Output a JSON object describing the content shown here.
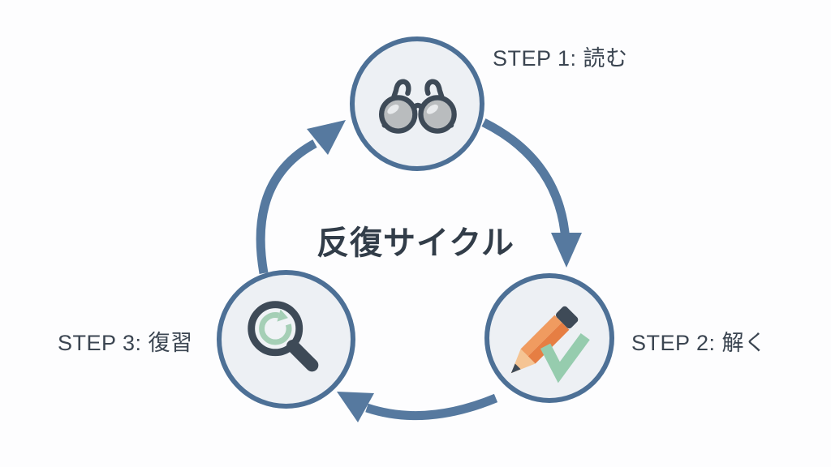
{
  "diagram": {
    "title": "反復サイクル",
    "direction": "clockwise",
    "steps": [
      {
        "label": "STEP 1: 読む",
        "icon": "glasses-icon",
        "position": "top"
      },
      {
        "label": "STEP 2: 解く",
        "icon": "pencil-check-icon",
        "position": "right"
      },
      {
        "label": "STEP 3: 復習",
        "icon": "magnifier-refresh-icon",
        "position": "left"
      }
    ],
    "colors": {
      "background": "#fdfdfe",
      "circle_fill": "#edf0f4",
      "circle_border": "#4d7096",
      "arrow": "#56799f",
      "title_text": "#323d49",
      "label_text": "#3b4551",
      "icon_slate": "#3e4a57",
      "lens_gray": "#b9bcbe",
      "lens_highlight": "#e8eaec",
      "pencil_orange_light": "#f09b60",
      "pencil_orange_dark": "#e67e43",
      "pencil_wood": "#f5c493",
      "check_green": "#96ccae",
      "refresh_green": "#a5cfb6"
    }
  }
}
